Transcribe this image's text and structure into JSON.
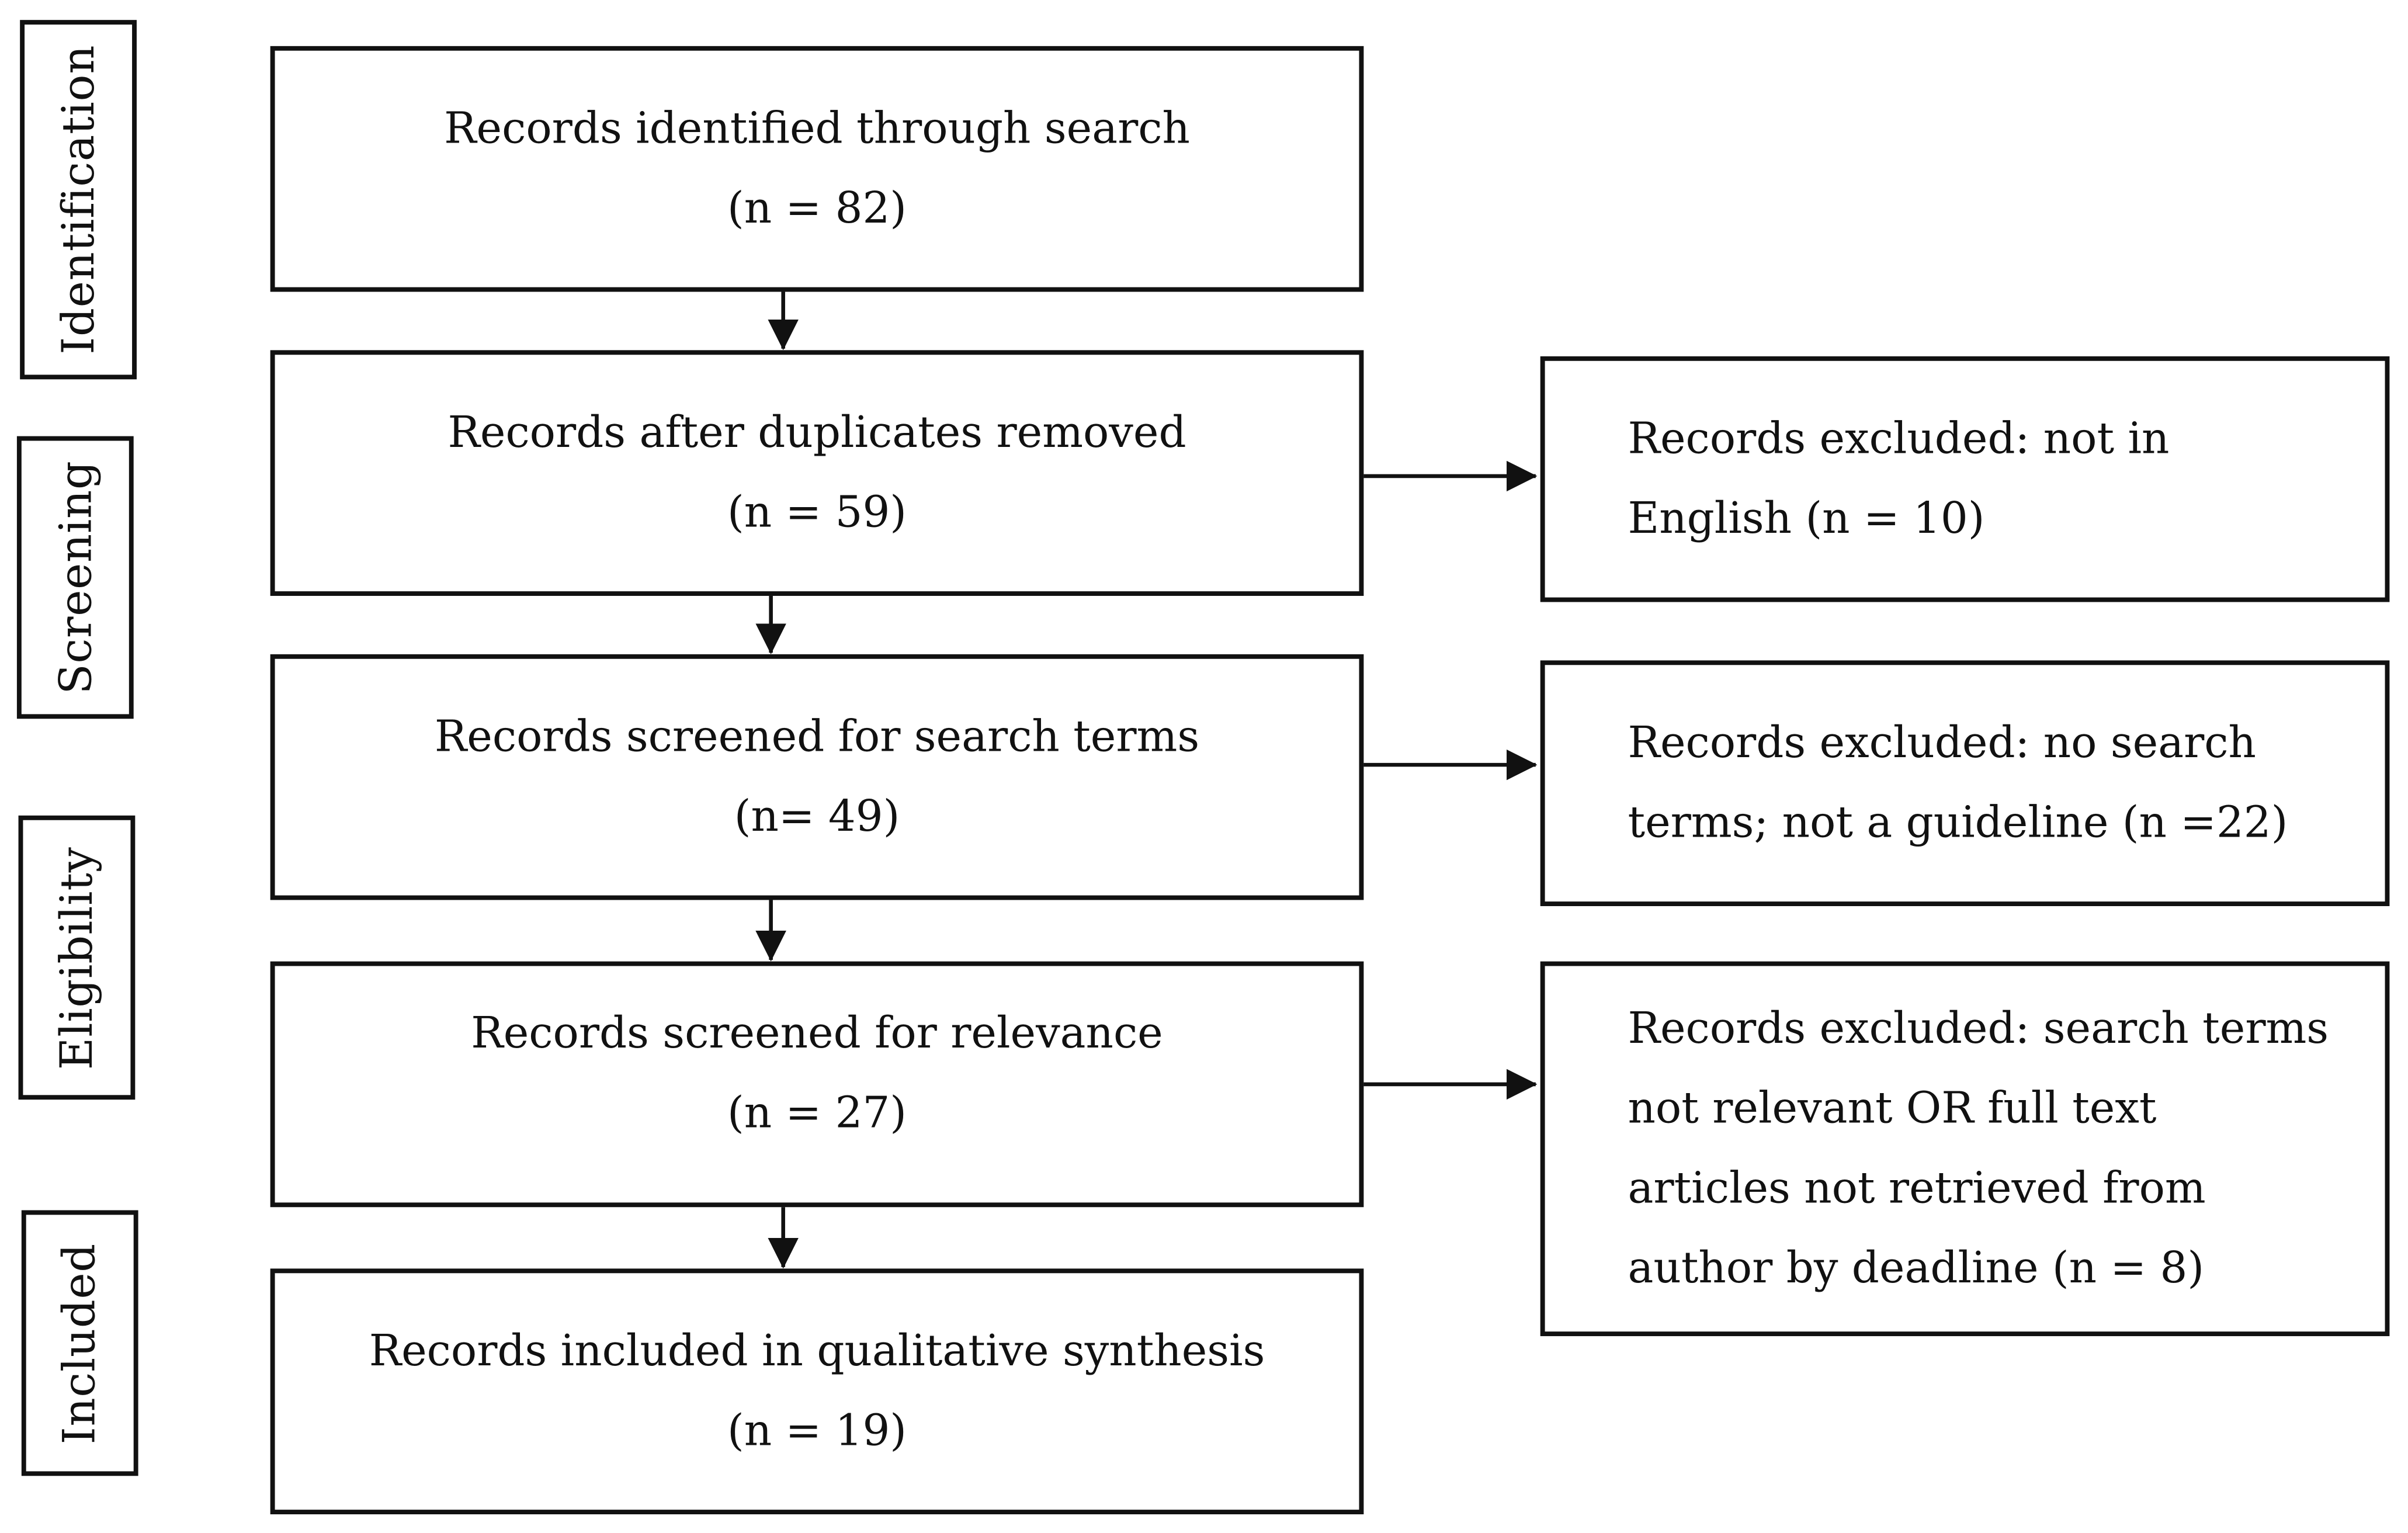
{
  "stages": [
    {
      "label": "Identification"
    },
    {
      "label": "Screening"
    },
    {
      "label": "Eligibility"
    },
    {
      "label": "Included"
    }
  ],
  "main_boxes": [
    {
      "line1": "Records identified through search",
      "line2": "(n = 82)"
    },
    {
      "line1": "Records after duplicates removed",
      "line2": "(n = 59)"
    },
    {
      "line1": "Records screened for search terms",
      "line2": "(n= 49)"
    },
    {
      "line1": "Records screened for relevance",
      "line2": "(n = 27)"
    },
    {
      "line1": "Records included in qualitative synthesis",
      "line2": "(n = 19)"
    }
  ],
  "excluded_boxes": [
    {
      "text": "Records excluded: not in\nEnglish    (n = 10)"
    },
    {
      "text": "Records excluded: no search\nterms; not a guideline (n =22)"
    },
    {
      "text": "Records excluded: search terms\nnot relevant OR full text\narticles not retrieved from\nauthor by deadline (n = 8)"
    }
  ]
}
